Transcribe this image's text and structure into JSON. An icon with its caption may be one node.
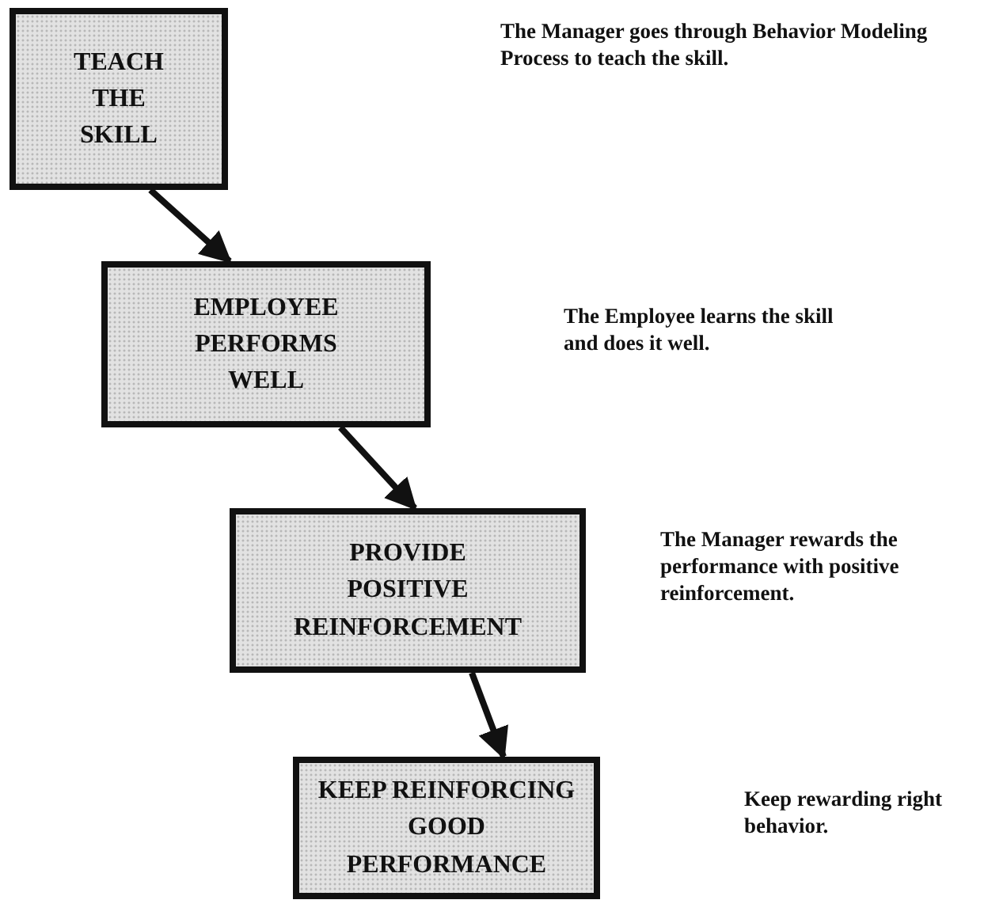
{
  "diagram": {
    "nodes": [
      {
        "text": [
          "TEACH THE SKILL"
        ]
      },
      {
        "text": [
          "EMPLOYEE PERFORMS WELL"
        ]
      },
      {
        "text": [
          "PROVIDE POSITIVE REINFORCEMENT"
        ]
      },
      {
        "text": [
          "KEEP REINFORCING GOOD PERFORMANCE"
        ]
      }
    ],
    "edges": [
      {
        "from": 0,
        "to": 1,
        "arrow": "to"
      },
      {
        "from": 1,
        "to": 2,
        "arrow": "to"
      },
      {
        "from": 2,
        "to": 3,
        "arrow": "to"
      }
    ],
    "labels": [
      "The Manager goes through Behavior Modeling Process to teach the skill.",
      "The Employee learns the skill and does it well.",
      "The Manager rewards the performance with positive reinforcement.",
      "Keep rewarding right behavior."
    ]
  }
}
